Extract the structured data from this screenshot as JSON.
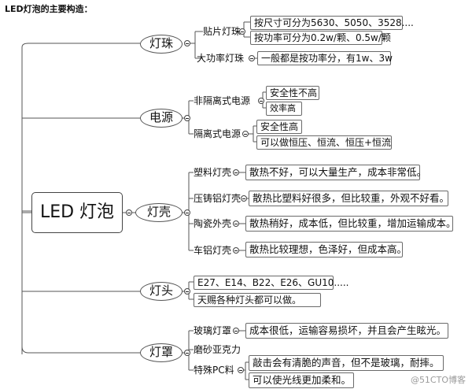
{
  "title": "LED灯泡的主要构造：",
  "root": "LED 灯泡",
  "branches": {
    "zhu": {
      "label": "灯珠",
      "patch": {
        "label": "贴片灯珠",
        "items": [
          "按尺寸可分为5630、5050、3528....",
          "按功率可分为0.2w/颗、0.5w/颗"
        ]
      },
      "high": {
        "label": "大功率灯珠",
        "items": [
          "一般都是按功率分，有1w、3w"
        ]
      }
    },
    "power": {
      "label": "电源",
      "nonisolated": {
        "label": "非隔离式电源",
        "items": [
          "安全性不高",
          "效率高"
        ]
      },
      "isolated": {
        "label": "隔离式电源",
        "items": [
          "安全性高",
          "可以做恒压、恒流、恒压+恒流"
        ]
      }
    },
    "shell": {
      "label": "灯壳",
      "plastic": {
        "label": "塑料灯壳",
        "items": [
          "散热不好，可以大量生产，成本非常低。"
        ]
      },
      "diecast": {
        "label": "压铸铝灯壳",
        "items": [
          "散热比塑料好很多，但比较重，外观不好看。"
        ]
      },
      "ceramic": {
        "label": "陶瓷外壳",
        "items": [
          "散热稍好，成本低，但比较重，增加运输成本。"
        ]
      },
      "cnc": {
        "label": "车铝灯壳",
        "items": [
          "散热比较理想，色泽好，但成本高。"
        ]
      }
    },
    "cap": {
      "label": "灯头",
      "items": [
        "E27、E14、B22、E26、GU10.....",
        "天赐各种灯头都可以做。"
      ]
    },
    "cover": {
      "label": "灯罩",
      "glass": {
        "label": "玻璃灯罩",
        "items": [
          "成本很低，运输容易损坏，并且会产生眩光。"
        ]
      },
      "acrylic": {
        "label": "磨砂亚克力"
      },
      "pc": {
        "label": "特殊PC料",
        "items": [
          "敲击会有清脆的声音，但不是玻璃，耐摔。",
          "可以使光线更加柔和。"
        ]
      }
    }
  },
  "watermark": "@51CTO博客"
}
